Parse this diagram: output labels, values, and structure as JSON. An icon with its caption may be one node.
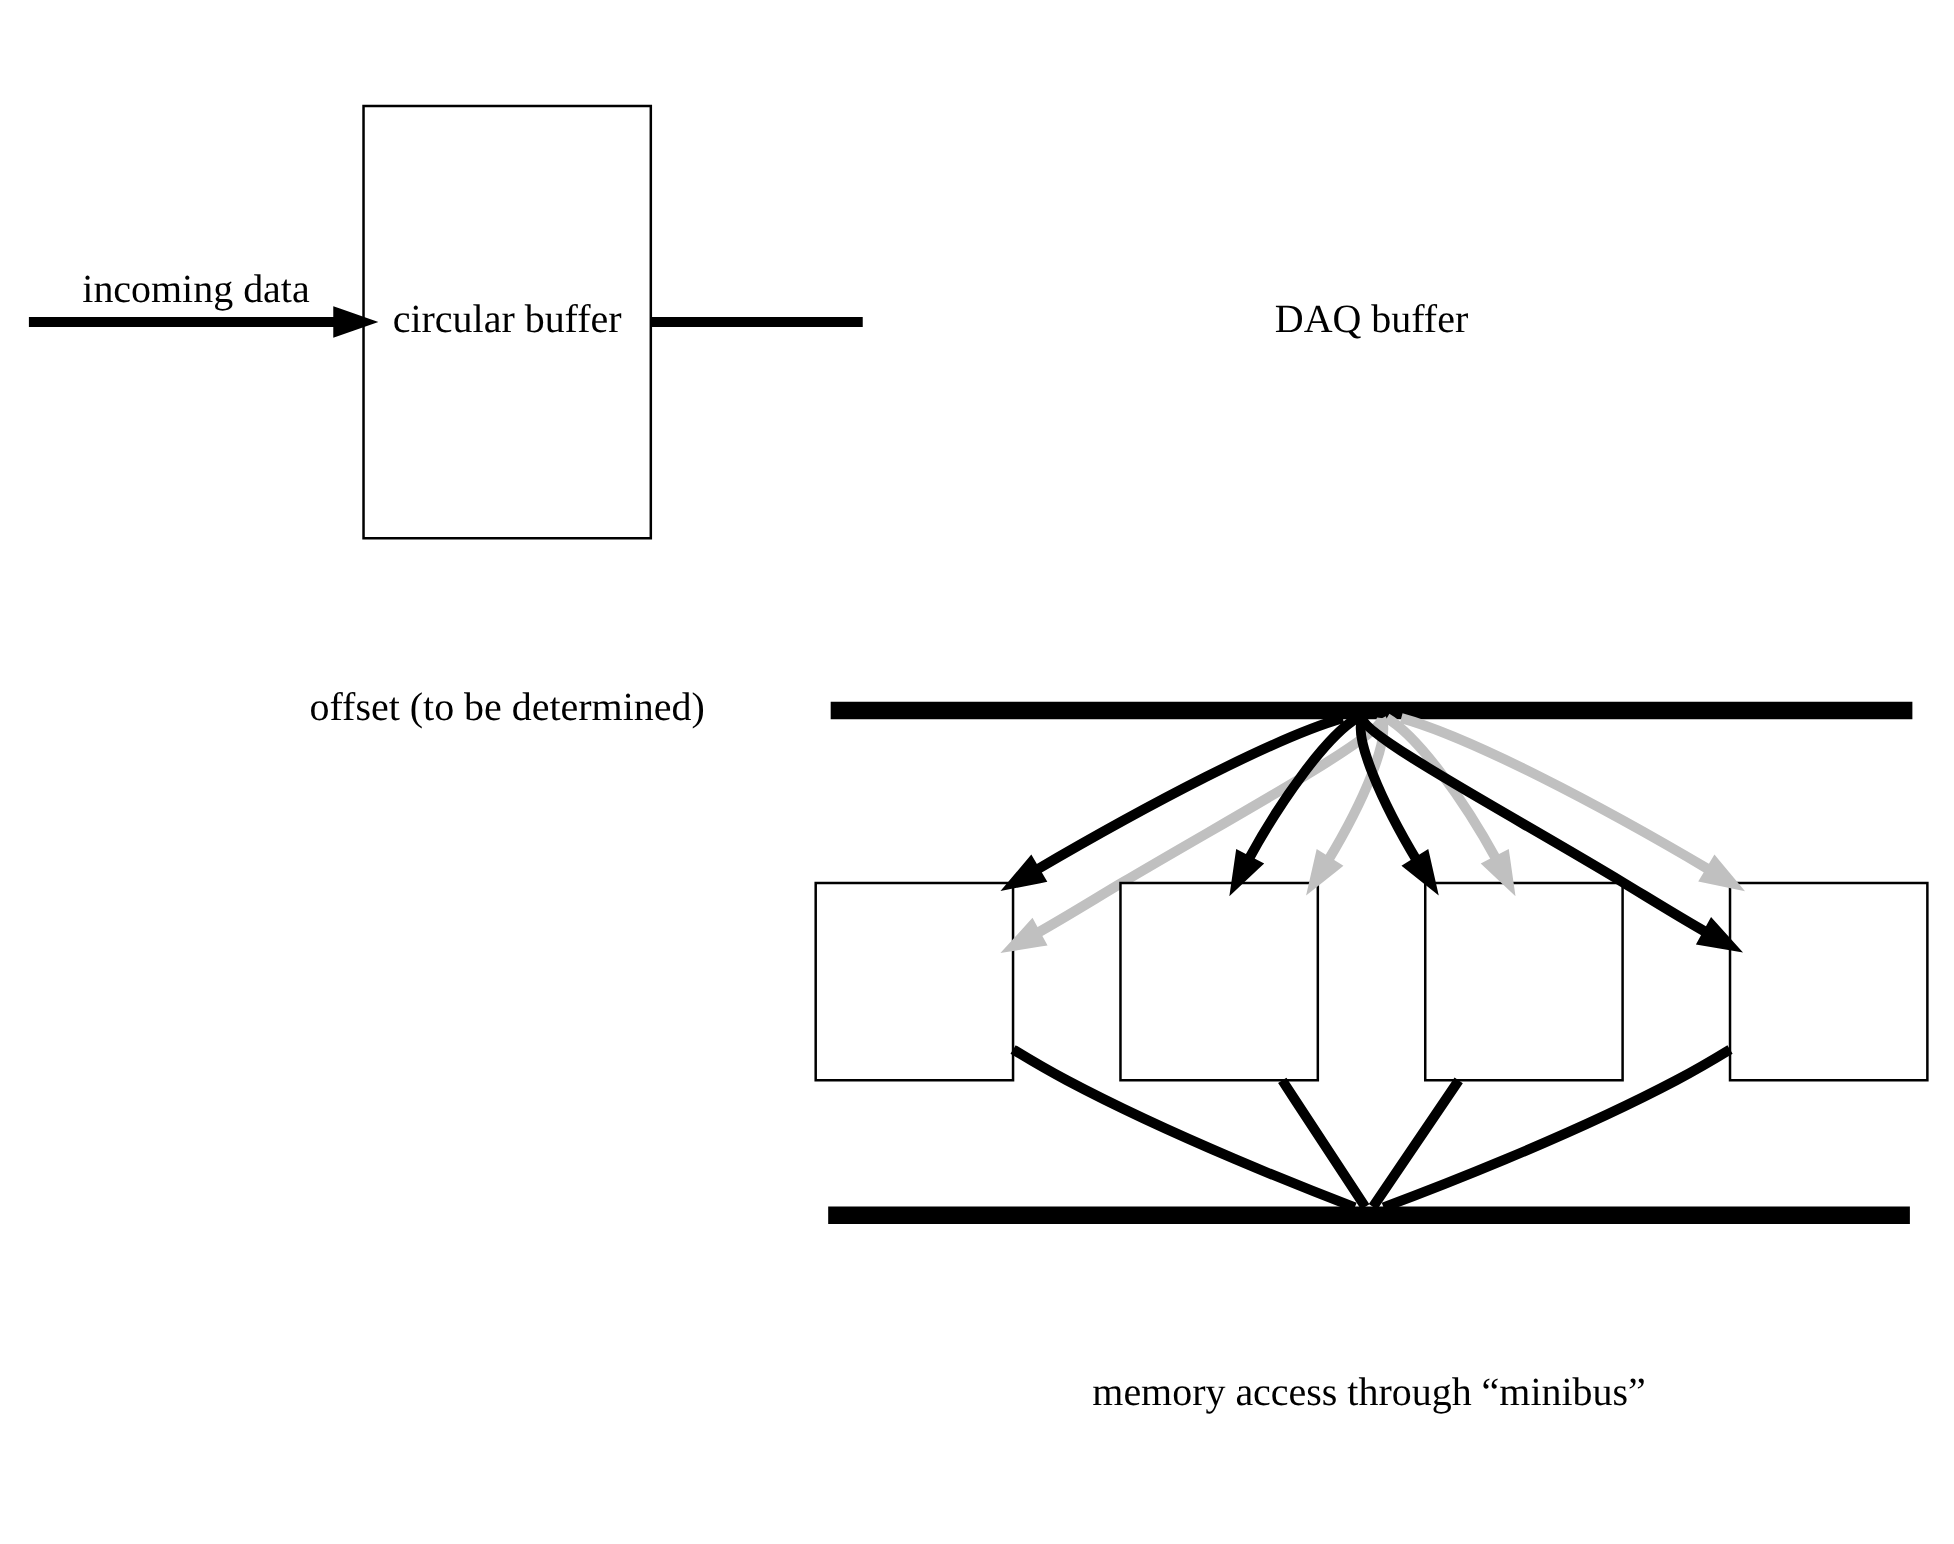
{
  "diagram": {
    "nodes": [
      {
        "text": [
          "circular buffer"
        ]
      },
      {
        "text": [],
        "shape": "bar"
      },
      {
        "text": [],
        "shape": "box"
      },
      {
        "text": [],
        "shape": "box"
      },
      {
        "text": [],
        "shape": "box"
      },
      {
        "text": [],
        "shape": "box"
      },
      {
        "text": [],
        "shape": "bar"
      }
    ],
    "edges": [
      {
        "from": null,
        "to": 0,
        "arrow": "to",
        "label": "incoming data"
      },
      {
        "from": 0,
        "to": null,
        "arrow": "none"
      },
      {
        "from": 1,
        "to": 2,
        "arrow": "to"
      },
      {
        "from": 1,
        "to": 2,
        "arrow": "to",
        "color": "#c0c0c0"
      },
      {
        "from": 1,
        "to": 3,
        "arrow": "to"
      },
      {
        "from": 1,
        "to": 3,
        "arrow": "to",
        "color": "#c0c0c0"
      },
      {
        "from": 1,
        "to": 4,
        "arrow": "to"
      },
      {
        "from": 1,
        "to": 4,
        "arrow": "to",
        "color": "#c0c0c0"
      },
      {
        "from": 1,
        "to": 5,
        "arrow": "to"
      },
      {
        "from": 1,
        "to": 5,
        "arrow": "to",
        "color": "#c0c0c0"
      },
      {
        "from": 2,
        "to": 6,
        "arrow": "none"
      },
      {
        "from": 3,
        "to": 6,
        "arrow": "none"
      },
      {
        "from": 4,
        "to": 6,
        "arrow": "none"
      },
      {
        "from": 5,
        "to": 6,
        "arrow": "none"
      }
    ],
    "labels": [
      "offset (to be determined)",
      "DAQ buffer",
      "memory access through “minibus”"
    ]
  }
}
